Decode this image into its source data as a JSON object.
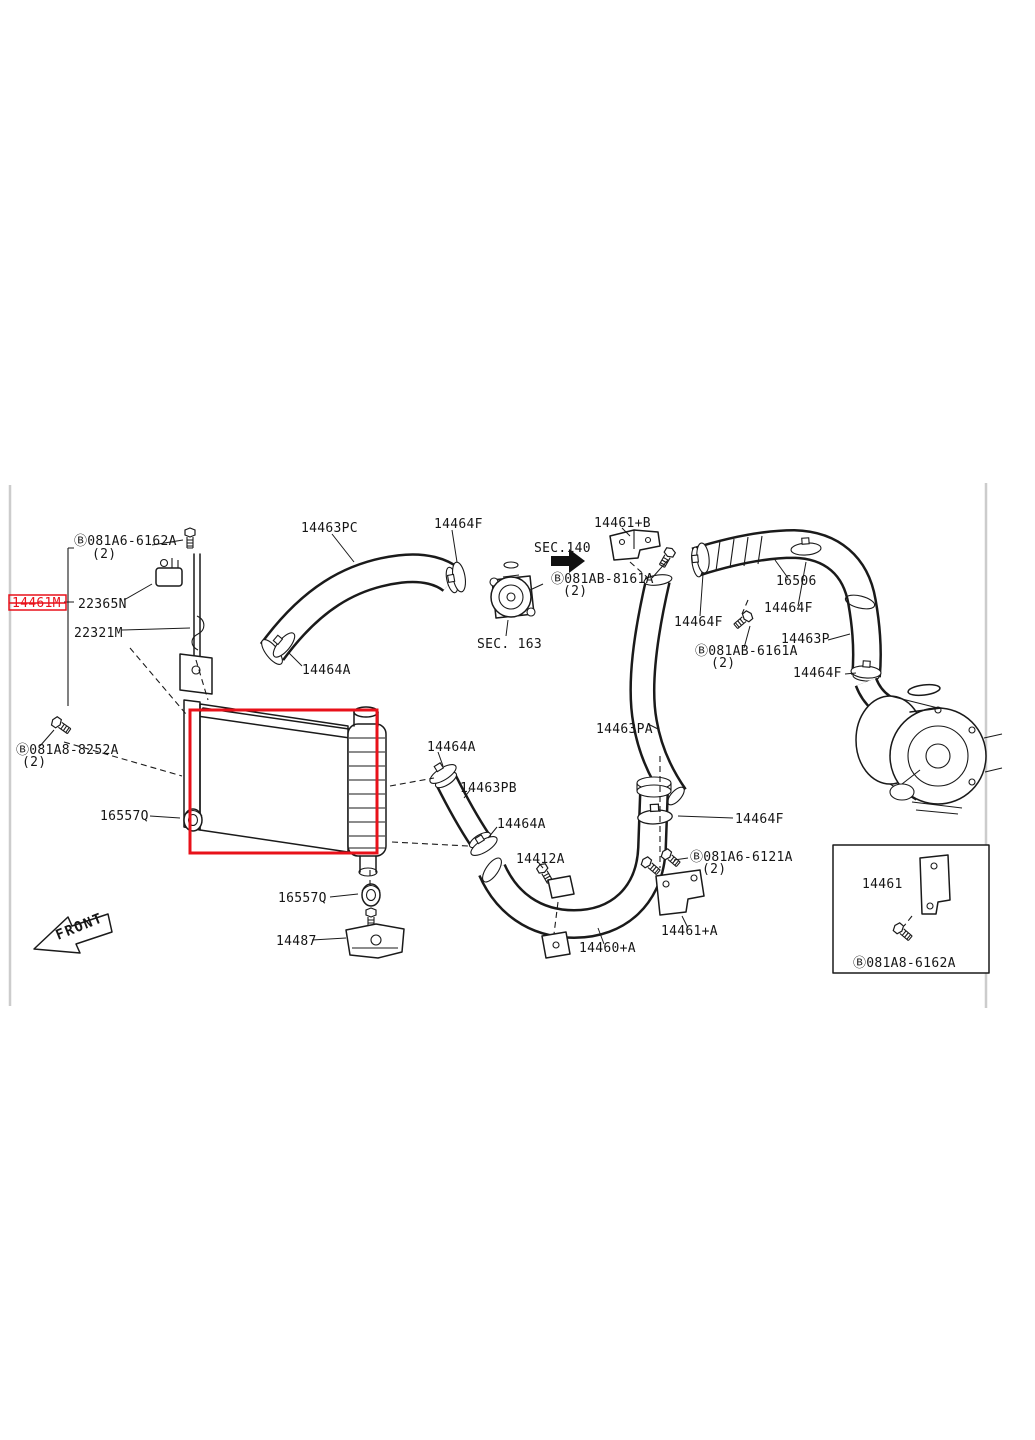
{
  "diagram": {
    "kind": "turbocharger-intercooler-parts-diagram",
    "ink_color": "#1a1a1a",
    "highlight_color": "#e8111a",
    "labels": {
      "bolt_tl": "Ⓑ081A6-6162A",
      "bolt_tl_qty": "(2)",
      "sensor": "22365N",
      "highlight_part": "14461M",
      "hook": "22321M",
      "hose_pc": "14463PC",
      "clamp_f_top": "14464F",
      "sec140": "SEC.140",
      "bracket_b": "14461+B",
      "bolt_8161": "Ⓑ081AB-8161A",
      "bolt_8161_qty": "(2)",
      "duct": "16506",
      "clamp_f_a": "14464F",
      "clamp_f_b": "14464F",
      "hose_p": "14463P",
      "bolt_6161": "Ⓑ081AB-6161A",
      "bolt_6161_qty": "(2)",
      "clamp_f_c": "14464F",
      "sec163": "SEC. 163",
      "clamp_a_1": "14464A",
      "hose_pa": "14463PA",
      "bolt_8252": "Ⓑ081A8-8252A",
      "bolt_8252_qty": "(2)",
      "clamp_a_2": "14464A",
      "hose_pb": "14463PB",
      "clamp_a_3": "14464A",
      "mount_1": "16557Q",
      "clamp_f_d": "14464F",
      "bolt_12a": "14412A",
      "bolt_6121": "Ⓑ081A6-6121A",
      "bolt_6121_qty": "(2)",
      "mount_2": "16557Q",
      "bracket_a": "14461+A",
      "bracket_87": "14487",
      "hose_60": "14460+A",
      "inset_bracket": "14461",
      "inset_bolt": "Ⓑ081A8-6162A",
      "front": "FRONT"
    }
  }
}
